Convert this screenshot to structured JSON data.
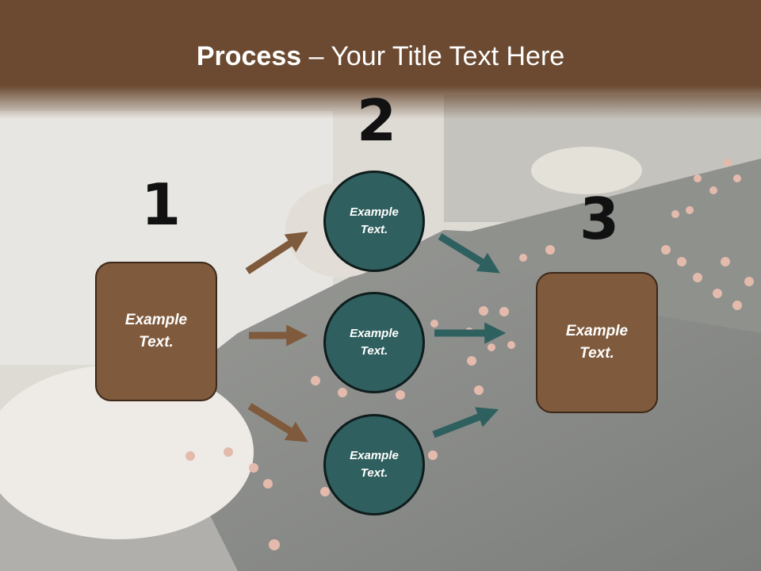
{
  "title": {
    "bold": "Process",
    "rest": " – Your Title Text Here"
  },
  "steps": [
    {
      "number": "1",
      "text_line1": "Example",
      "text_line2": "Text."
    },
    {
      "number": "2",
      "text_line1": "Example",
      "text_line2": "Text."
    },
    {
      "number": "3",
      "text_line1": "Example",
      "text_line2": "Text."
    }
  ],
  "circles": [
    {
      "text_line1": "Example",
      "text_line2": "Text."
    },
    {
      "text_line1": "Example",
      "text_line2": "Text."
    },
    {
      "text_line1": "Example",
      "text_line2": "Text."
    }
  ],
  "colors": {
    "header": "#6b4a31",
    "box_fill": "#7f5a3c",
    "circle_fill": "#2f5f5e",
    "arrow_brown": "#7f5a3c",
    "arrow_teal": "#2f6060"
  }
}
